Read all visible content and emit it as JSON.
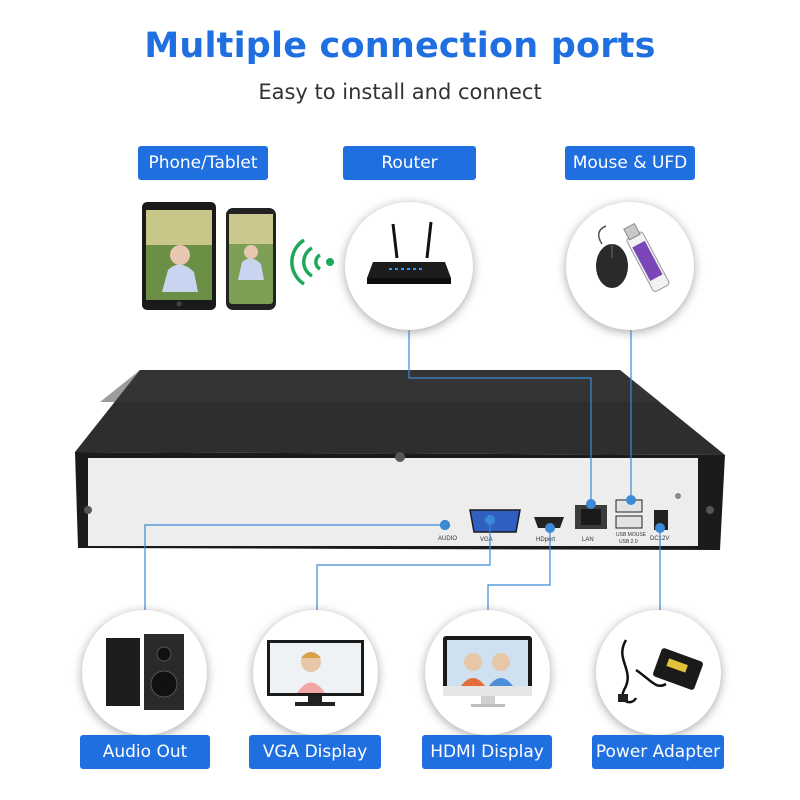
{
  "header": {
    "title": "Multiple connection ports",
    "subtitle": "Easy to install and connect"
  },
  "top_devices": [
    {
      "label": "Phone/Tablet",
      "icon": "phone-tablet-icon"
    },
    {
      "label": "Router",
      "icon": "router-icon"
    },
    {
      "label": "Mouse & UFD",
      "icon": "mouse-usb-icon"
    }
  ],
  "bottom_devices": [
    {
      "label": "Audio Out",
      "icon": "speaker-icon"
    },
    {
      "label": "VGA Display",
      "icon": "monitor-icon"
    },
    {
      "label": "HDMI Display",
      "icon": "imac-icon"
    },
    {
      "label": "Power Adapter",
      "icon": "power-adapter-icon"
    }
  ],
  "nvr_ports": {
    "audio": "AUDIO",
    "vga": "VGA",
    "hdmi": "HDport",
    "lan": "LAN",
    "usb": "USB MOUSE",
    "usb_sub": "USB 2.0",
    "power": "DC12V"
  },
  "colors": {
    "accent": "#1f6fe0",
    "connector_line": "#3a8ad8"
  }
}
